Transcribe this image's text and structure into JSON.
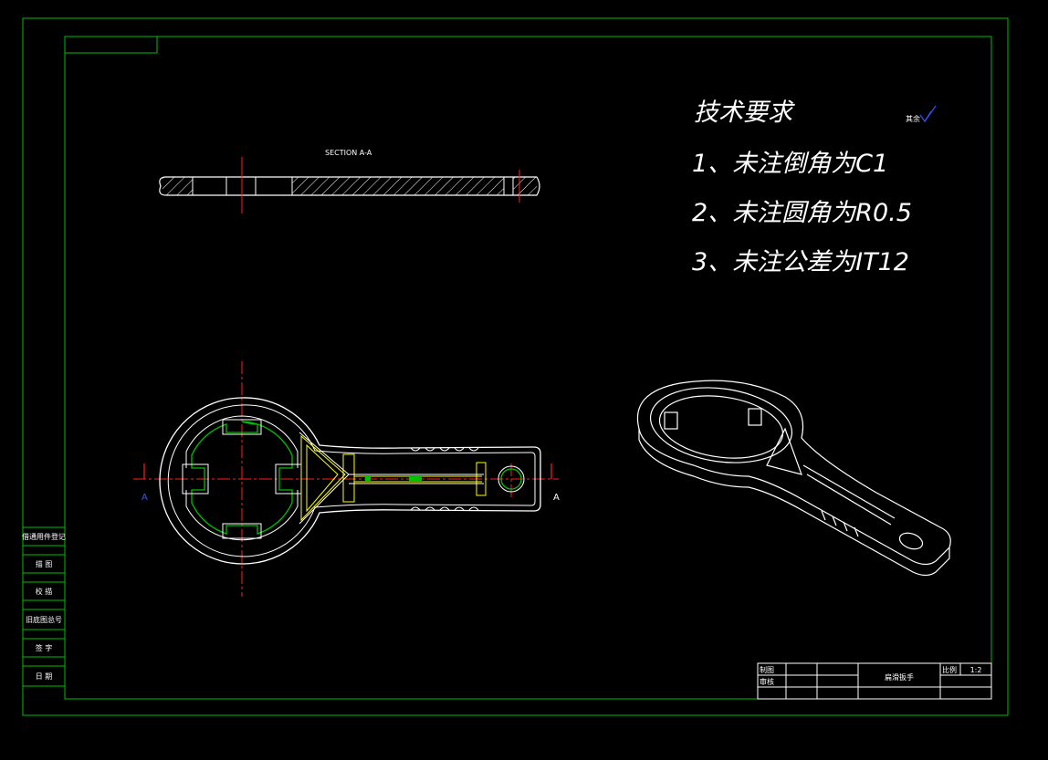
{
  "section_title": "SECTION A-A",
  "section_marker_left": "A",
  "section_marker_right": "A",
  "tech": {
    "heading": "技术要求",
    "req1": "1、未注倒角为C1",
    "req2": "2、未注圆角为R0.5",
    "req3": "3、未注公差为IT12"
  },
  "roughness_note": "其余",
  "side_table": {
    "r1": "借通用件登记",
    "r2": "描 图",
    "r3": "校 描",
    "r4": "旧底图总号",
    "r5": "签 字",
    "r6": "日 期"
  },
  "title_block": {
    "drawn": "制图",
    "checked": "审核",
    "part_name": "扁滑扳手",
    "scale_label": "比例",
    "scale_value": "1:2"
  },
  "colors": {
    "frame": "#00c000",
    "outline": "#ffffff",
    "center": "#ff2020",
    "hidden": "#ffff00",
    "accent": "#00c000",
    "marker": "#3355ff"
  }
}
